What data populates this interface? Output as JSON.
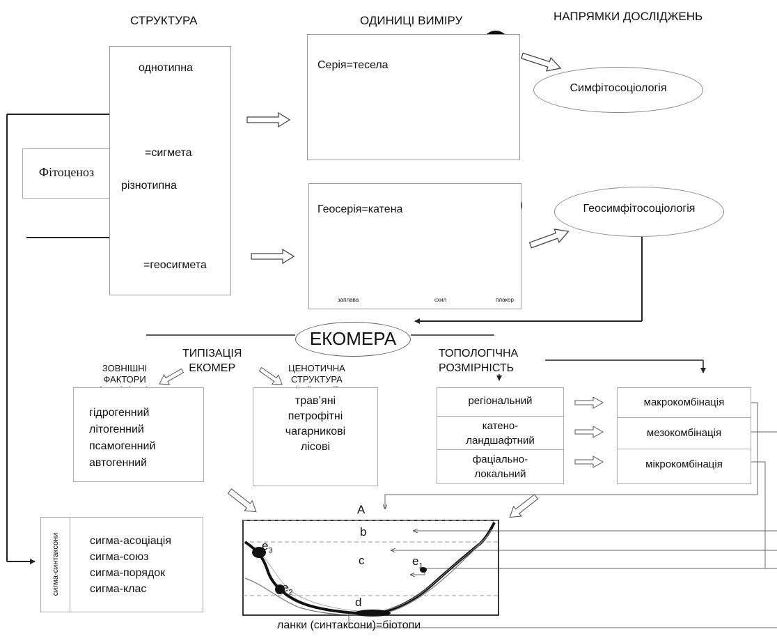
{
  "headers": {
    "structure": "СТРУКТУРА",
    "units": "ОДИНИЦІ ВИМІРУ",
    "directions": "НАПРЯМКИ ДОСЛІДЖЕНЬ"
  },
  "phytocenosis": "Фітоценоз",
  "structure": {
    "homo_title": "однотипна",
    "homo_eq": "=сигмета",
    "hetero_title": "різнотипна",
    "hetero_eq": "=геосигмета"
  },
  "units": {
    "series": "Серія=тесела",
    "geoseries": "Геосерія=катена",
    "zones": [
      "заплава",
      "схил",
      "плакор"
    ]
  },
  "directions": {
    "symphyto": "Симфітосоціологія",
    "geosymphyto": "Геосимфітосоціологія"
  },
  "ecomera": "ЕКОМЕРА",
  "typization": {
    "line1": "ТИПІЗАЦІЯ",
    "line2": "ЕКОМЕР"
  },
  "external": {
    "line1": "ЗОВНІШНІ",
    "line2": "ФАКТОРИ",
    "sub": "(екологічні ряди):",
    "items": [
      "гідрогенний",
      "літогенний",
      "псамогенний",
      "автогенний"
    ]
  },
  "cenotic": {
    "line1": "ЦЕНОТИЧНА",
    "line2": "СТРУКТУРА",
    "sub": "(серії, геосерії)",
    "items": [
      "трав’яні",
      "петрофітні",
      "чагарникові",
      "лісові"
    ]
  },
  "topological": {
    "line1": "ТОПОЛОГІЧНА",
    "line2": "РОЗМІРНІСТЬ",
    "levels": [
      "регіональний",
      "катено-",
      "ландшафтний",
      "фаціально-",
      "локальний"
    ],
    "combos": [
      "макрокомбінація",
      "мезокомбінація",
      "мікрокомбінація"
    ]
  },
  "sigma": {
    "label": "сигма-синтаксони",
    "items": [
      "сигма-асоціація",
      "сигма-союз",
      "сигма-порядок",
      "сигма-клас"
    ]
  },
  "profile": {
    "letters": [
      "A",
      "b",
      "c",
      "d"
    ],
    "e": [
      "e",
      "e",
      "e"
    ],
    "e_sub": [
      "3",
      "2",
      "1"
    ],
    "caption": "ланки (синтаксони)=біотопи"
  }
}
